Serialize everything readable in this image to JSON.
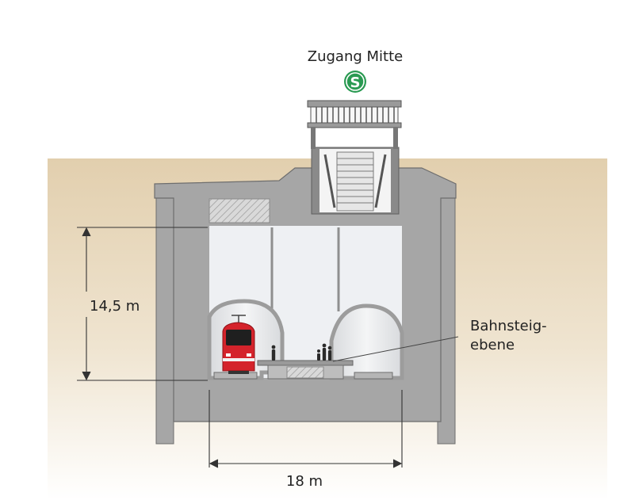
{
  "labels": {
    "entrance": "Zugang Mitte",
    "sbahn_symbol": "S",
    "height": "14,5 m",
    "platform_line1": "Bahnsteig-",
    "platform_line2": "ebene",
    "width": "18 m"
  },
  "colors": {
    "ground": "#e6d5b8",
    "concrete": "#a6a6a6",
    "concrete_dark": "#7f7f7f",
    "interior": "#eef0f3",
    "sbahn_green": "#2a9a52",
    "train_red": "#d4232b"
  },
  "icons": [
    "sbahn-logo-icon",
    "train-icon",
    "person-icon",
    "staircase-icon"
  ]
}
